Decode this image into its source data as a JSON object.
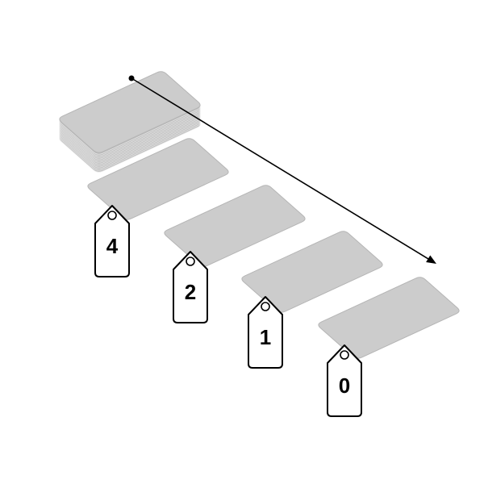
{
  "colors": {
    "card_fill": "#cccccc",
    "card_stroke": "#b5b5b5",
    "deck_edge": "#e6e6e6",
    "tag_fill": "#ffffff",
    "tag_stroke": "#000000",
    "arrow": "#000000"
  },
  "deck": {
    "description_icon": "card-stack-icon"
  },
  "cards": [
    {
      "tag_label": "4"
    },
    {
      "tag_label": "2"
    },
    {
      "tag_label": "1"
    },
    {
      "tag_label": "0"
    }
  ],
  "arrow": {
    "icon": "arrow-right-down-icon"
  }
}
